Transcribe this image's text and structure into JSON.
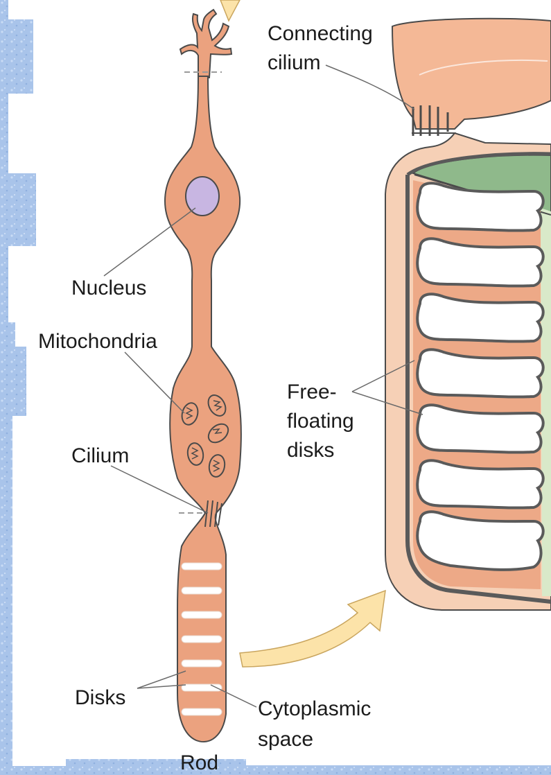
{
  "labels": {
    "connecting_cilium": [
      "Connecting",
      "cilium"
    ],
    "nucleus": "Nucleus",
    "mitochondria": "Mitochondria",
    "cilium": "Cilium",
    "free_floating_disks": [
      "Free-",
      "floating",
      "disks"
    ],
    "disks": "Disks",
    "cytoplasmic_space": [
      "Cytoplasmic",
      "space"
    ],
    "rod": "Rod"
  },
  "colors": {
    "cell_fill": "#eba27f",
    "cell_outline": "#4a4a4a",
    "nucleus_fill": "#c8b6e2",
    "disk_fill": "#ffffff",
    "outer_fill": "#f6d0b6",
    "green_fill": "#8fb98b",
    "light_green": "#d9e9c9",
    "arrow_fill": "#fce3a9",
    "background_blue": "#a9c4ea"
  }
}
